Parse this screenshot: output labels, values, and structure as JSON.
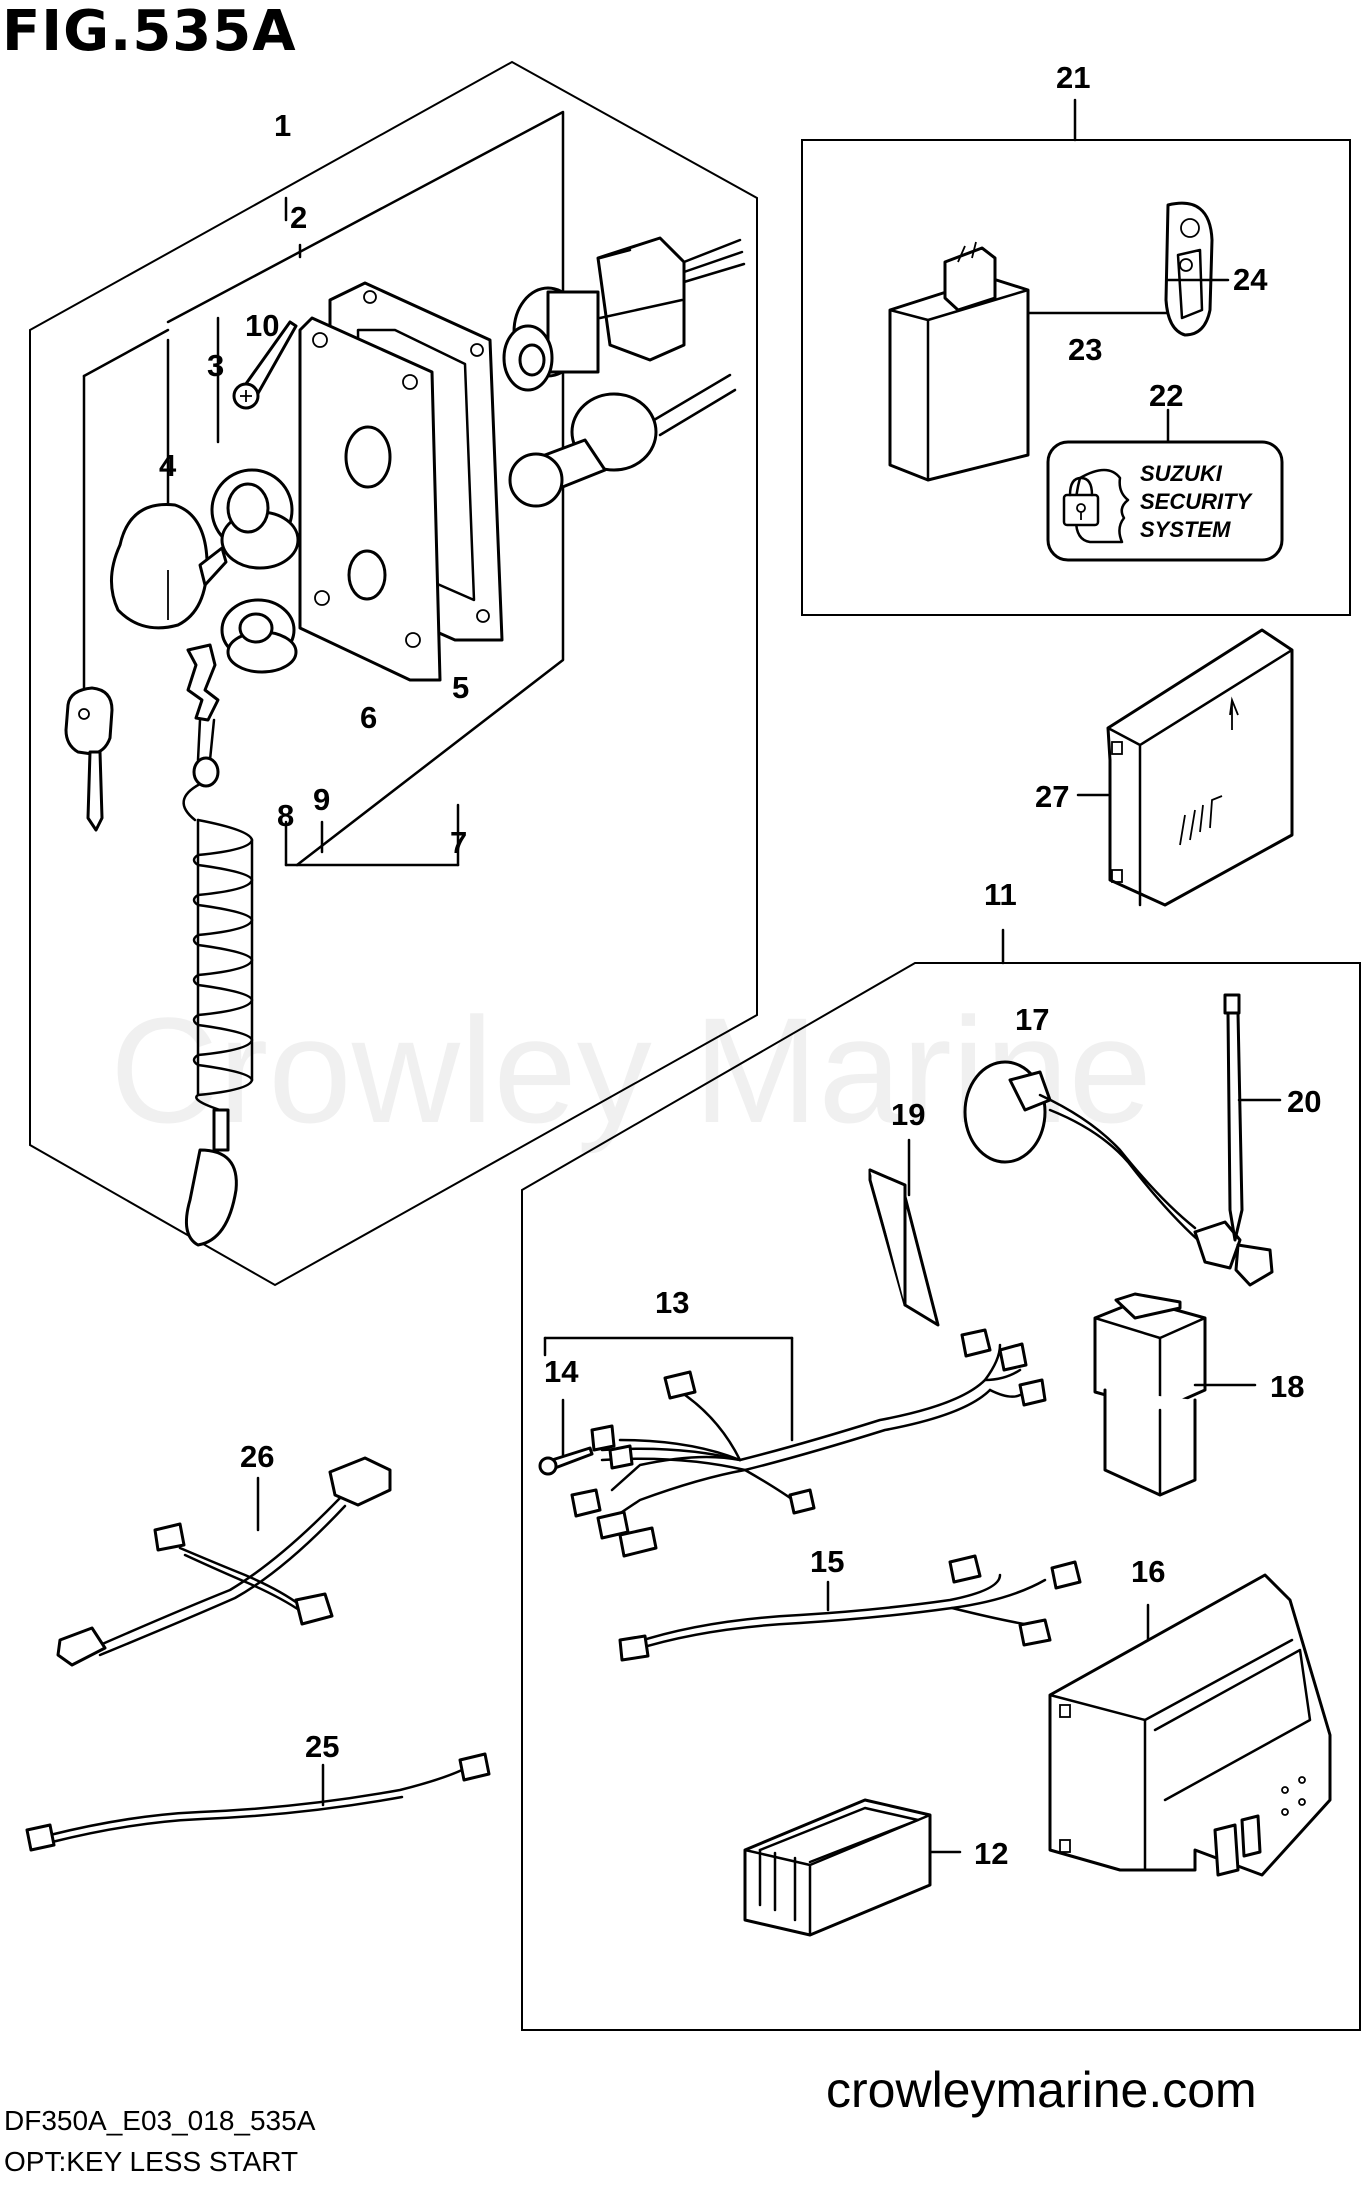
{
  "header": {
    "figure_title": "FIG.535A"
  },
  "footer": {
    "diagram_code": "DF350A_E03_018_535A",
    "description": "OPT:KEY LESS START"
  },
  "watermark": {
    "text": "Crowley Marine"
  },
  "website": {
    "text": "crowleymarine.com"
  },
  "badge": {
    "line1": "SUZUKI",
    "line2": "SECURITY",
    "line3": "SYSTEM"
  },
  "callouts": [
    "1",
    "2",
    "3",
    "4",
    "5",
    "6",
    "7",
    "8",
    "9",
    "10",
    "11",
    "12",
    "13",
    "14",
    "15",
    "16",
    "17",
    "18",
    "19",
    "20",
    "21",
    "22",
    "23",
    "24",
    "25",
    "26",
    "27"
  ]
}
